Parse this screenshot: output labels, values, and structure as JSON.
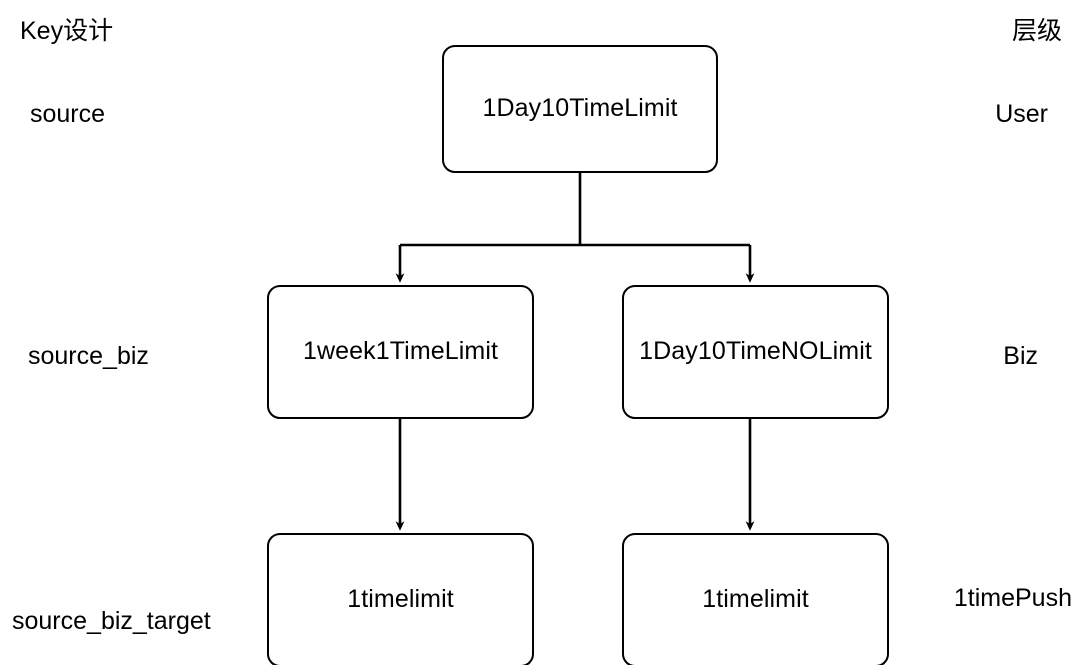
{
  "diagram": {
    "title_left": "Key设计",
    "title_right": "层级",
    "background_color": "#ffffff",
    "stroke_color": "#000000",
    "nodes": [
      {
        "id": "root",
        "label": "1Day10TimeLimit",
        "row": "user"
      },
      {
        "id": "week",
        "label": "1week1TimeLimit",
        "row": "biz"
      },
      {
        "id": "daynolimit",
        "label": "1Day10TimeNOLimit",
        "row": "biz"
      },
      {
        "id": "leaf_left",
        "label": "1timelimit",
        "row": "push"
      },
      {
        "id": "leaf_right",
        "label": "1timelimit",
        "row": "push"
      }
    ],
    "edges": [
      {
        "from": "root",
        "to": "week",
        "style": "orthogonal",
        "arrow": "down"
      },
      {
        "from": "root",
        "to": "daynolimit",
        "style": "orthogonal",
        "arrow": "down"
      },
      {
        "from": "week",
        "to": "leaf_left",
        "style": "straight",
        "arrow": "down"
      },
      {
        "from": "daynolimit",
        "to": "leaf_right",
        "style": "straight",
        "arrow": "down"
      }
    ],
    "rows": [
      {
        "id": "user",
        "key_label": "source",
        "level_label": "User"
      },
      {
        "id": "biz",
        "key_label": "source_biz",
        "level_label": "Biz"
      },
      {
        "id": "push",
        "key_label": "source_biz_target",
        "level_label": "1timePush"
      }
    ]
  }
}
